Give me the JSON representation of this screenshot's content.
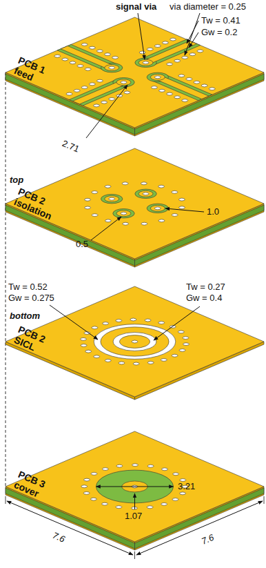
{
  "diagram": {
    "labels": [
      "signal via",
      "via diameter = 0.25",
      "Tw = 0.41",
      "Gw = 0.2",
      "PCB 1",
      "feed",
      "2.71",
      "top",
      "PCB 2",
      "isolation",
      "1.0",
      "0.5",
      "Tw = 0.52",
      "Gw = 0.275",
      "Tw = 0.27",
      "Gw = 0.4",
      "bottom",
      "PCB 2",
      "SICL",
      "PCB 3",
      "cover",
      "3.21",
      "1.07",
      "7.6",
      "7.6"
    ]
  }
}
